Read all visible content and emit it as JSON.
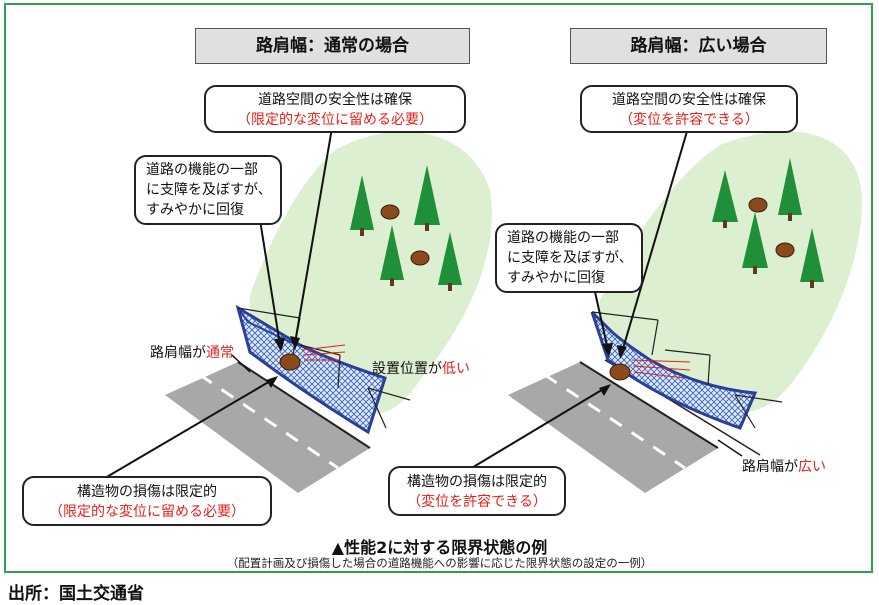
{
  "left": {
    "header": "路肩幅：通常の場合",
    "top_callout": {
      "line1": "道路空間の安全性は確保",
      "line2": "（限定的な変位に留める必要）"
    },
    "side_callout": {
      "line1": "道路の機能の一部",
      "line2": "に支障を及ぼすが、",
      "line3": "すみやかに回復"
    },
    "shoulder_label": {
      "prefix": "路肩幅が",
      "highlight": "通常"
    },
    "install_label": {
      "prefix": "設置位置が",
      "highlight": "低い"
    },
    "bottom_callout": {
      "line1": "構造物の損傷は限定的",
      "line2": "（限定的な変位に留める必要）"
    }
  },
  "right": {
    "header": "路肩幅：広い場合",
    "top_callout": {
      "line1": "道路空間の安全性は確保",
      "line2": "（変位を許容できる）"
    },
    "side_callout": {
      "line1": "道路の機能の一部",
      "line2": "に支障を及ぼすが、",
      "line3": "すみやかに回復"
    },
    "shoulder_label": {
      "prefix": "路肩幅が",
      "highlight": "広い"
    },
    "bottom_callout": {
      "line1": "構造物の損傷は限定的",
      "line2": "（変位を許容できる）"
    }
  },
  "caption": {
    "main": "▲性能2に対する限界状態の例",
    "sub": "（配置計画及び損傷した場合の道路機能への影響に応じた限界状態の設定の一例）"
  },
  "source": "出所：国土交通省",
  "colors": {
    "frame": "#2e9e4f",
    "highlight": "#e8201a",
    "slope": "#dcefd0",
    "net": "#2a3f9a",
    "road": "#a8a8a8"
  }
}
